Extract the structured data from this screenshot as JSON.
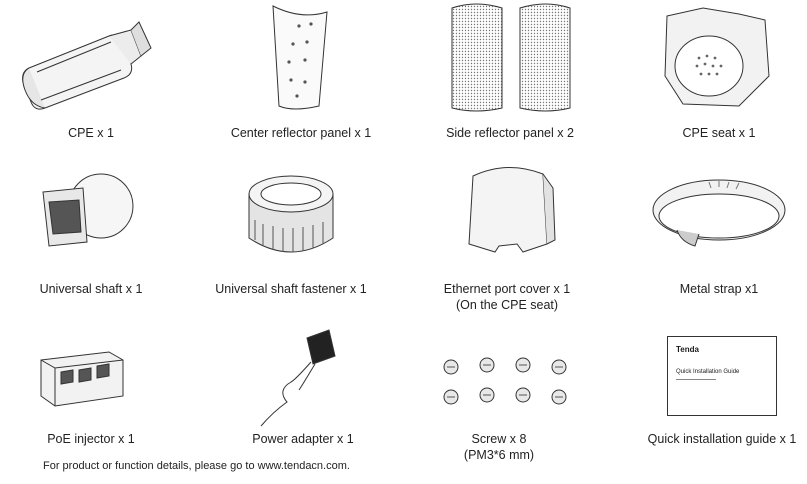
{
  "items": [
    {
      "name": "CPE x 1"
    },
    {
      "name": "Center reflector panel x 1"
    },
    {
      "name": "Side reflector panel x 2"
    },
    {
      "name": "CPE seat x 1"
    },
    {
      "name": "Universal shaft x 1"
    },
    {
      "name": "Universal shaft fastener x 1"
    },
    {
      "name": "Ethernet port cover x 1",
      "note": "(On the CPE seat)"
    },
    {
      "name": "Metal strap x1"
    },
    {
      "name": "PoE injector x 1"
    },
    {
      "name": "Power adapter x 1"
    },
    {
      "name": "Screw x 8",
      "note": "(PM3*6 mm)"
    },
    {
      "name": "Quick installation guide x 1"
    }
  ],
  "guide": {
    "brand": "Tenda",
    "title": "Quick Installation Guide"
  },
  "footer": "For product or function details, please go to www.tendacn.com."
}
